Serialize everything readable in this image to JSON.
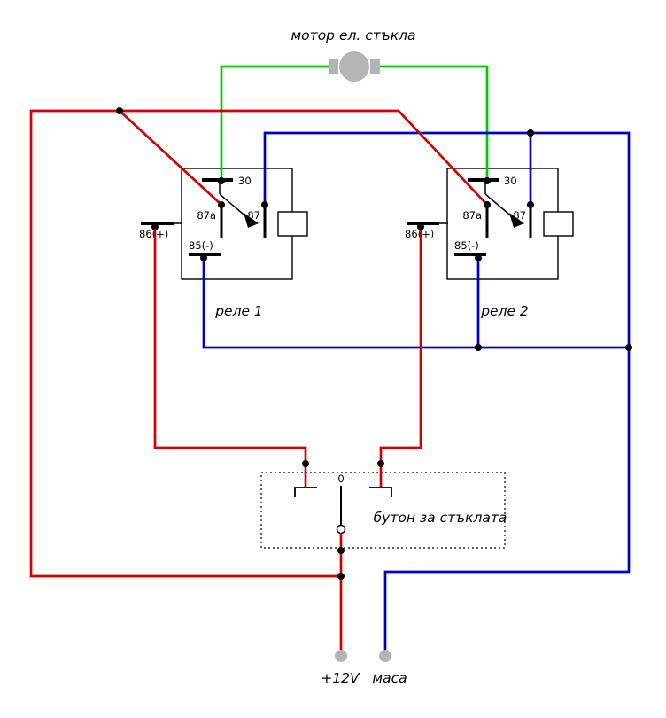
{
  "motor": {
    "label": "мотор ел. стъкла"
  },
  "relays": [
    {
      "name": "реле 1",
      "pin_30": "30",
      "pin_87a": "87a",
      "pin_87": "87",
      "pin_86": "86(+)",
      "pin_85": "85(-)"
    },
    {
      "name": "реле 2",
      "pin_30": "30",
      "pin_87a": "87a",
      "pin_87": "87",
      "pin_86": "86(+)",
      "pin_85": "85(-)"
    }
  ],
  "button": {
    "label": "бутон за стъклата",
    "off_position": "0"
  },
  "power": {
    "positive_label": "+12V",
    "ground_label": "маса"
  },
  "colors": {
    "wire_red": "#d40000",
    "wire_blue": "#0000cc",
    "wire_green": "#00cc00",
    "wire_black": "#000000",
    "terminal_gray": "#b4b4b4",
    "dot_black": "#000000"
  }
}
